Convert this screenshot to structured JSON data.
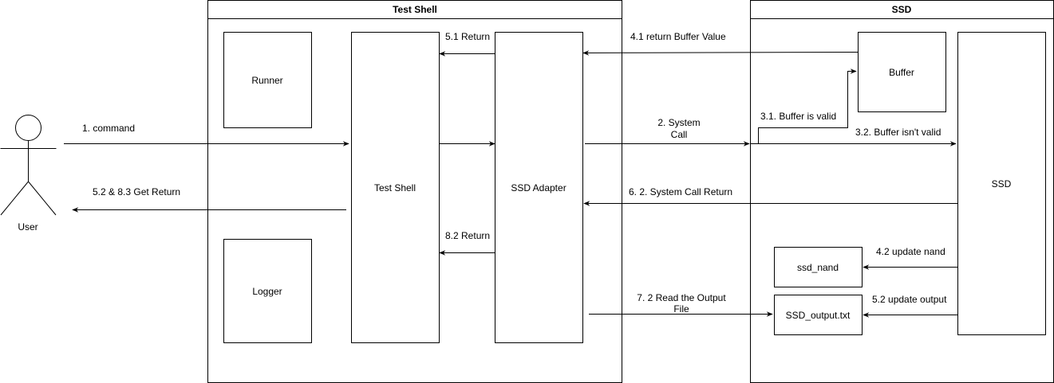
{
  "actor": {
    "label": "User",
    "icon": "stick-figure-icon"
  },
  "test_shell": {
    "title": "Test Shell",
    "runner": "Runner",
    "logger": "Logger",
    "shell": "Test Shell",
    "adapter": "SSD Adapter"
  },
  "ssd": {
    "title": "SSD",
    "buffer": "Buffer",
    "ssd_block": "SSD",
    "nand": "ssd_nand",
    "output": "SSD_output.txt"
  },
  "flows": {
    "f1": "1. command",
    "f52_83": "5.2 & 8.3 Get Return",
    "f51": "5.1 Return",
    "f82": "8.2 Return",
    "f41": "4.1 return Buffer Value",
    "f2_line1": "2. System",
    "f2_line2": "Call",
    "f62": "6. 2. System Call Return",
    "f72_line1": "7. 2 Read the Output",
    "f72_line2": "File",
    "f31": "3.1. Buffer is valid",
    "f32": "3.2. Buffer isn't valid",
    "f42": "4.2 update nand",
    "f52u": "5.2 update output"
  },
  "colors": {
    "stroke": "#000000",
    "fill": "#ffffff"
  }
}
